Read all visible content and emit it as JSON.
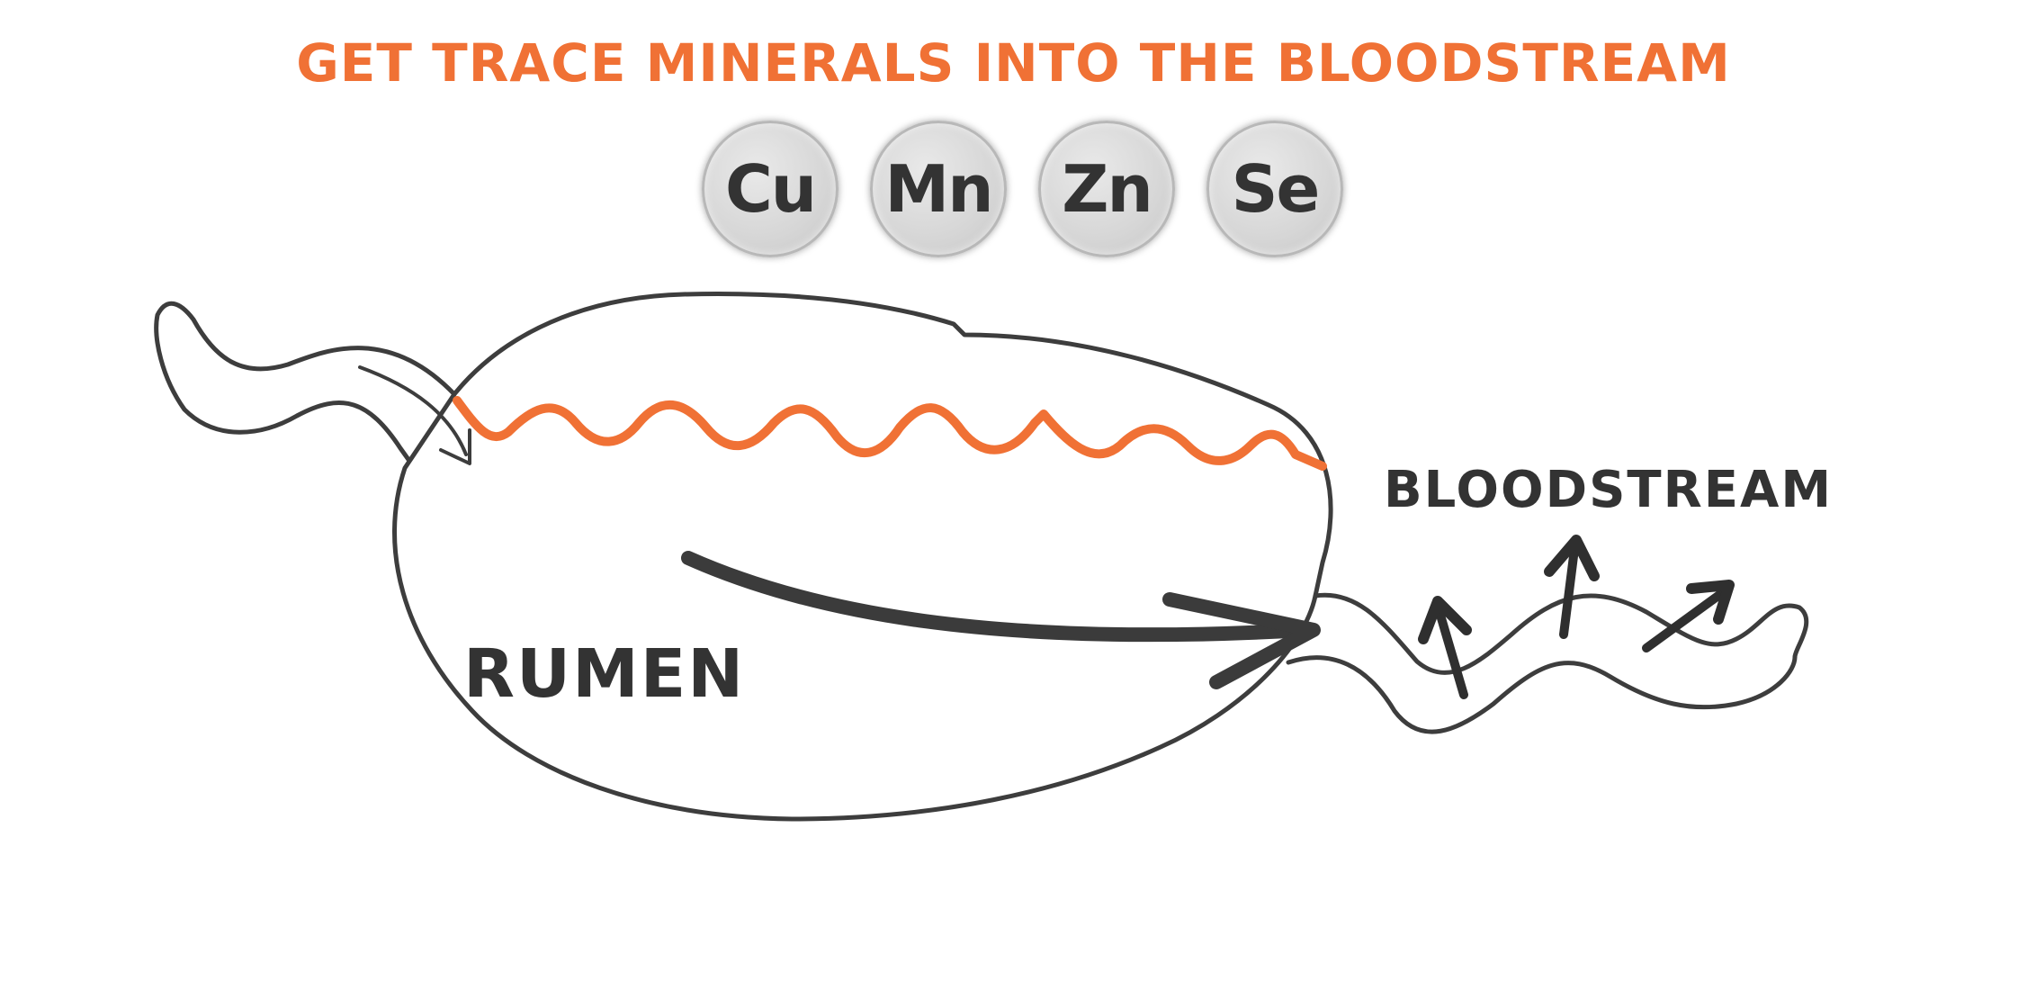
{
  "title": "GET TRACE MINERALS INTO THE BLOODSTREAM",
  "minerals": [
    {
      "symbol": "Cu"
    },
    {
      "symbol": "Mn"
    },
    {
      "symbol": "Zn"
    },
    {
      "symbol": "Se"
    }
  ],
  "labels": {
    "rumen": "RUMEN",
    "bloodstream": "BLOODSTREAM"
  },
  "colors": {
    "accent": "#f07135",
    "ink": "#333333",
    "outline": "#3d3d3d",
    "background": "#ffffff"
  }
}
